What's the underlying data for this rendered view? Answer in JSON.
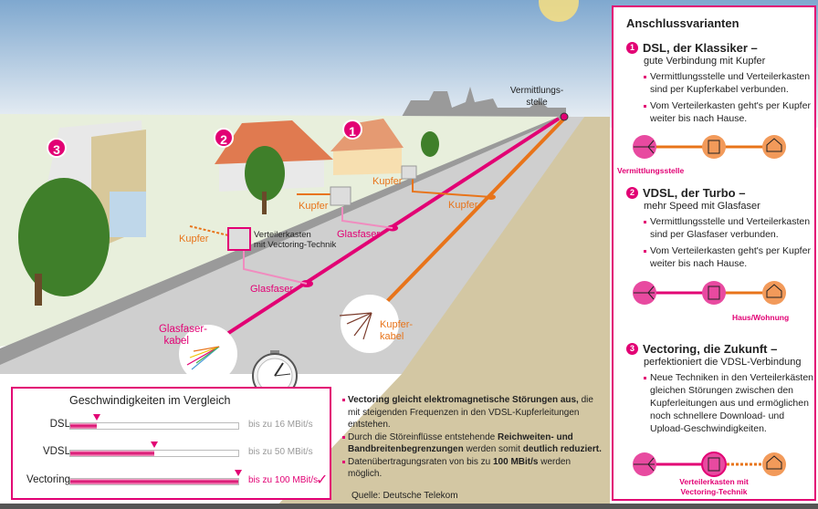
{
  "scene": {
    "badges": [
      "1",
      "2",
      "3"
    ],
    "vermittlungsstelle": [
      "Vermittlungs-",
      "stelle"
    ],
    "kupfer_label": "Kupfer",
    "glasfaser_label": "Glasfaser",
    "verteilerkasten_vectoring": [
      "Verteilerkasten",
      "mit Vectoring-Technik"
    ],
    "glasfaserkabel": [
      "Glasfaser-",
      "kabel"
    ],
    "kupferkabel": [
      "Kupfer-",
      "kabel"
    ]
  },
  "panel": {
    "title": "Anschlussvarianten",
    "variants": [
      {
        "num": "1",
        "title": "DSL, der Klassiker –",
        "subtitle": "gute Verbindung mit Kupfer",
        "bullets": [
          "Vermittlungsstelle und Verteilerkasten sind per Kupferkabel verbunden.",
          "Vom Verteilerkasten geht's per Kupfer weiter bis nach Hause."
        ],
        "diagram_label": "Vermittlungsstelle"
      },
      {
        "num": "2",
        "title": "VDSL, der Turbo –",
        "subtitle": "mehr Speed mit Glasfaser",
        "bullets": [
          "Vermittlungsstelle und Verteilerkasten sind per Glasfaser verbunden.",
          "Vom Verteilerkasten geht's per Kupfer weiter bis nach Hause."
        ],
        "diagram_label": "Haus/Wohnung"
      },
      {
        "num": "3",
        "title": "Vectoring, die Zukunft –",
        "subtitle": "perfektioniert die VDSL-Verbindung",
        "bullets": [
          "Neue Techniken in den Verteilerkästen gleichen Störungen zwischen den Kupferleitungen aus und ermöglichen noch schnellere Download- und Upload-Geschwindigkeiten."
        ],
        "diagram_label": "Verteilerkasten mit Vectoring-Technik"
      }
    ]
  },
  "speed": {
    "title": "Geschwindigkeiten im Vergleich",
    "rows": [
      {
        "name": "DSL",
        "value_mbit": 16,
        "label": "bis zu 16 MBit/s"
      },
      {
        "name": "VDSL",
        "value_mbit": 50,
        "label": "bis zu 50 MBit/s"
      },
      {
        "name": "Vectoring",
        "value_mbit": 100,
        "label": "bis zu 100 MBit/s"
      }
    ],
    "max_mbit": 100
  },
  "notes": {
    "n1_bold": "Vectoring gleicht elektromagnetische Störungen aus,",
    "n1_rest": " die mit steigenden Frequenzen in den VDSL-Kupferleitungen entstehen.",
    "n2_a": "Durch die Störeinflüsse entstehende ",
    "n2_bold": "Reichweiten- und Bandbreitenbegrenzungen",
    "n2_b": " werden somit ",
    "n2_bold2": "deutlich reduziert.",
    "n3_a": "Datenübertragungsraten von bis zu ",
    "n3_bold": "100 MBit/s",
    "n3_b": " werden möglich."
  },
  "source": "Quelle: Deutsche Telekom",
  "colors": {
    "magenta": "#e20074",
    "copper": "#e8741a",
    "road": "#c9c9c9",
    "ground": "#e8efdc"
  }
}
